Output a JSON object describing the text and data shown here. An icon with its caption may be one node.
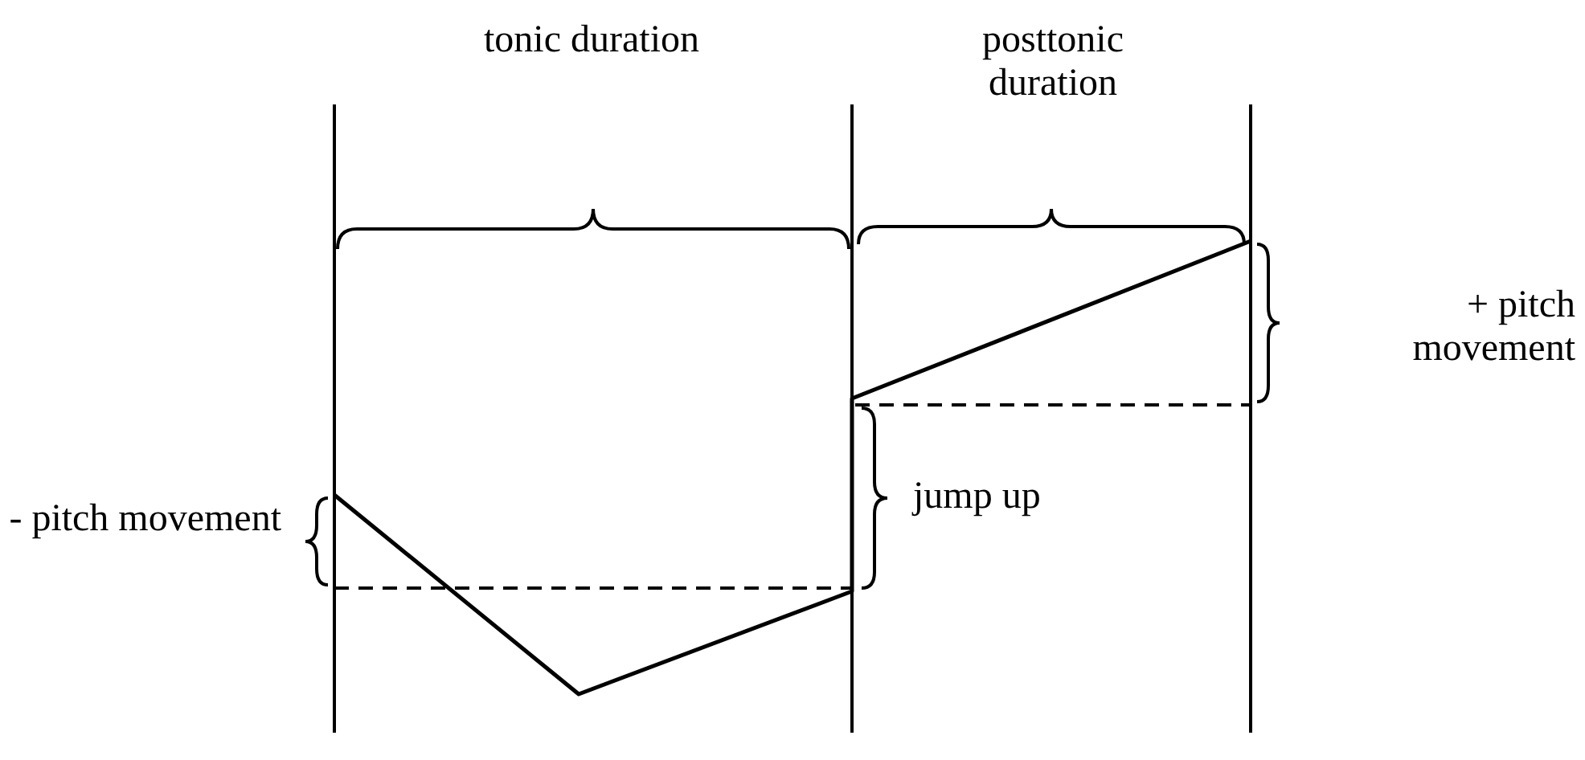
{
  "diagram": {
    "labels": [
      "tonic duration",
      "posttonic duration",
      "+ pitch movement",
      "- pitch movement",
      "jump up"
    ]
  }
}
